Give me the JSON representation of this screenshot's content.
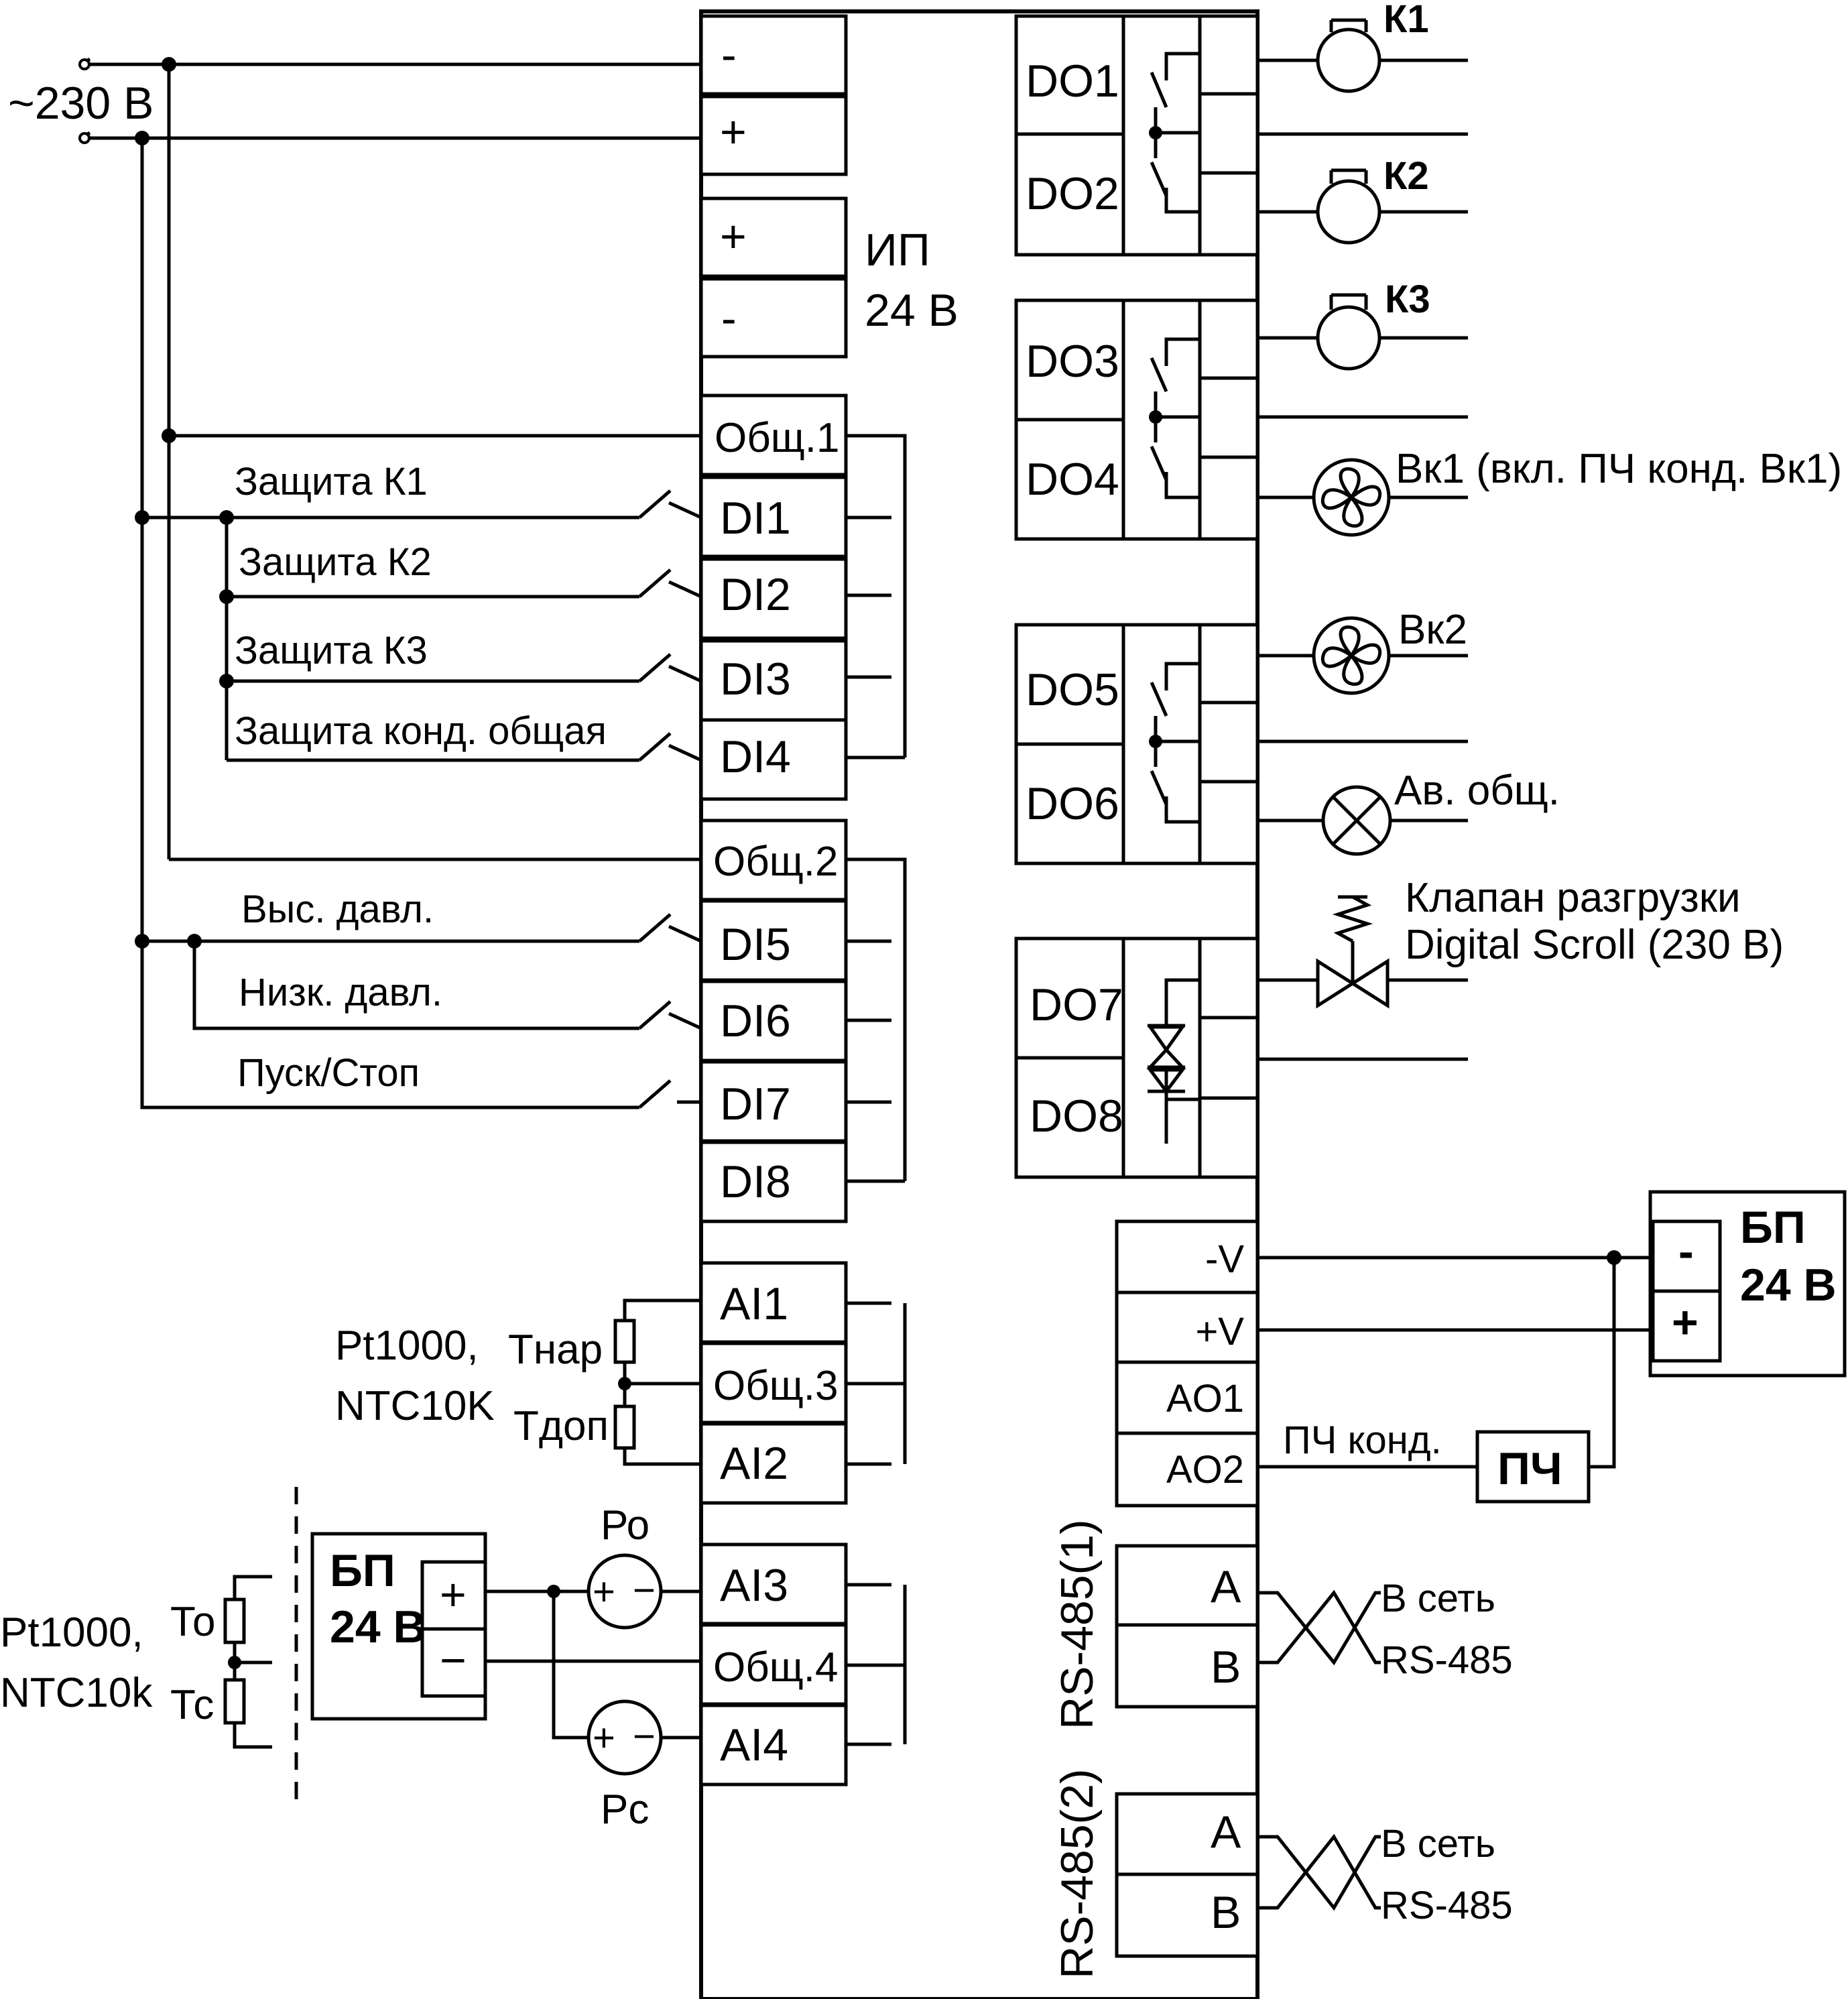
{
  "supply": {
    "label": "~230 В"
  },
  "psu_in": {
    "minus": "-",
    "plus": "+"
  },
  "psu_out": {
    "plus": "+",
    "minus": "-",
    "label_line1": "ИП",
    "label_line2": "24 В"
  },
  "di_groups": [
    {
      "common": "Общ.1",
      "inputs": [
        "DI1",
        "DI2",
        "DI3",
        "DI4"
      ]
    },
    {
      "common": "Общ.2",
      "inputs": [
        "DI5",
        "DI6",
        "DI7",
        "DI8"
      ]
    }
  ],
  "di_labels": [
    "Защита К1",
    "Защита К2",
    "Защита К3",
    "Защита конд. общая",
    "Выс. давл.",
    "Низк. давл.",
    "Пуск/Стоп"
  ],
  "ai_groups": [
    {
      "inputs": [
        "AI1",
        "AI2"
      ],
      "common": "Общ.3"
    },
    {
      "inputs": [
        "AI3",
        "AI4"
      ],
      "common": "Общ.4"
    }
  ],
  "temp_sensors_1": {
    "type_line1": "Pt1000,",
    "type_line2": "NTC10K",
    "t1": "Тнар",
    "t2": "Тдоп"
  },
  "temp_sensors_2": {
    "type_line1": "Pt1000,",
    "type_line2": "NTC10k",
    "t1": "То",
    "t2": "Тс"
  },
  "pressure": {
    "p1": "Ро",
    "p2": "Рс",
    "plus": "+",
    "minus": "−"
  },
  "psu_left": {
    "line1": "БП",
    "line2": "24 В",
    "plus": "+",
    "minus": "−"
  },
  "do_blocks": [
    [
      "DO1",
      "DO2"
    ],
    [
      "DO3",
      "DO4"
    ],
    [
      "DO5",
      "DO6"
    ],
    [
      "DO7",
      "DO8"
    ]
  ],
  "do_loads": {
    "k1": "К1",
    "k2": "К2",
    "k3": "К3",
    "vk1": "Вк1 (вкл. ПЧ конд. Вк1)",
    "vk2": "Вк2",
    "alarm": "Ав. общ.",
    "valve_line1": "Клапан разгрузки",
    "valve_line2": "Digital Scroll (230 В)"
  },
  "ao": {
    "terminals": [
      "-V",
      "+V",
      "AO1",
      "AO2"
    ],
    "vfd_line": "ПЧ конд.",
    "vfd": "ПЧ"
  },
  "psu_right": {
    "line1": "БП",
    "line2": "24 В",
    "minus": "-",
    "plus": "+"
  },
  "rs485": [
    {
      "label": "RS-485(1)",
      "a": "A",
      "b": "B",
      "net1": "В сеть",
      "net2": "RS-485"
    },
    {
      "label": "RS-485(2)",
      "a": "A",
      "b": "B",
      "net1": "В сеть",
      "net2": "RS-485"
    }
  ]
}
